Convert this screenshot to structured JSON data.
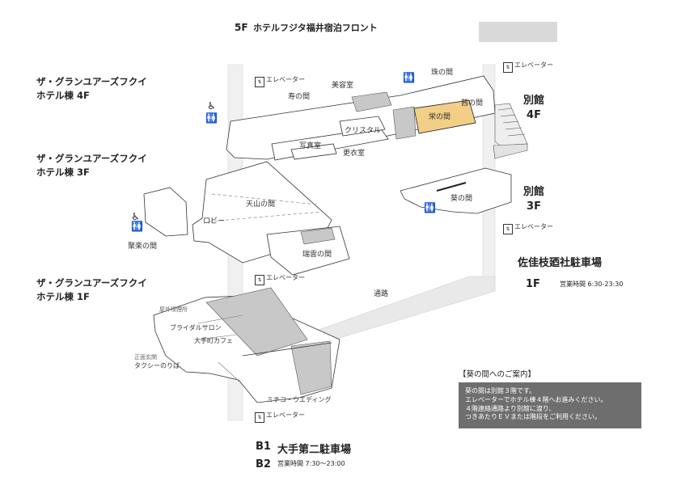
{
  "title_floor": "5F",
  "title_text": "ホテルフジタ福井宿泊フロント",
  "buildings": {
    "main_4f": [
      "ザ・グランユアーズフクイ",
      "ホテル棟 4F"
    ],
    "main_3f": [
      "ザ・グランユアーズフクイ",
      "ホテル棟 3F"
    ],
    "main_1f": [
      "ザ・グランユアーズフクイ",
      "ホテル棟 1F"
    ],
    "annex_4f": [
      "別館",
      "4F"
    ],
    "annex_3f": [
      "別館",
      "3F"
    ]
  },
  "rooms": {
    "tama": "珠の間",
    "biyoushitsu": "美容室",
    "kotobuki": "寿の間",
    "ei": "栄の間",
    "akane": "茜の間",
    "crystal": "クリスタル",
    "shashin": "写真室",
    "kouishitsu": "更衣室",
    "aoi": "葵の間",
    "tenzan": "天山の間",
    "lobby": "ロビー",
    "juraku": "聚楽の間",
    "zuiun": "瑞雲の間",
    "tsuro": "通路",
    "okugai": "屋外喫煙所",
    "bridal": "ブライダルサロン",
    "cafe": "大手町カフェ",
    "shomen": "正面玄関",
    "taxi": "タクシーのりば",
    "michiko": "ミチコ・ウエディング"
  },
  "elevator_label": "エレベーター",
  "parking_annex": {
    "name": "佐佳枝廼社駐車場",
    "floor": "1F",
    "hours_label": "営業時間",
    "hours": "6:30-23:30"
  },
  "parking_b": {
    "floor1": "B1",
    "floor2": "B2",
    "name": "大手第二駐車場",
    "hours_label": "営業時間",
    "hours": "7:30〜23:00"
  },
  "notice": {
    "title": "【葵の間へのご案内】",
    "lines": [
      "葵の間は別館３階です。",
      "エレベーターでホテル棟４階へお進みください。",
      "４階連絡通路より別館に渡り、",
      "つきあたりＥＶまたは階段をご利用ください。"
    ]
  },
  "colors": {
    "ei_highlight": "#f2cf86",
    "room_gray": "#c8c8c8",
    "shaft": "#eeeeee",
    "notice_bg": "#6e6e6e"
  }
}
